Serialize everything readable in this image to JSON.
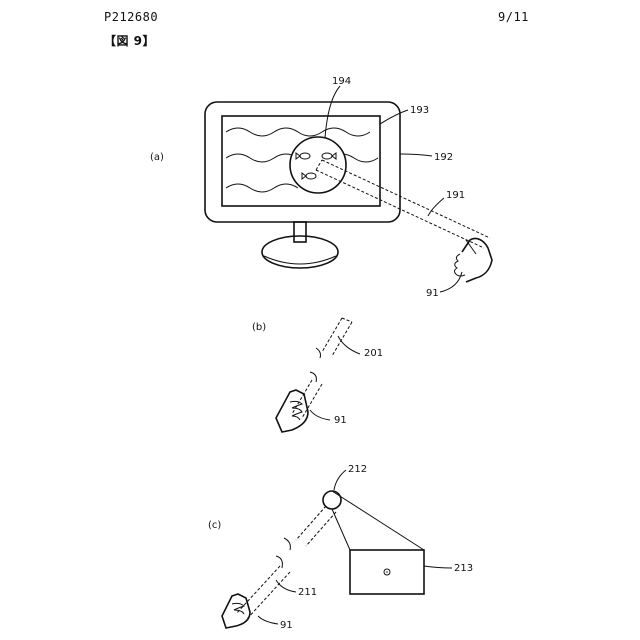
{
  "header": {
    "doc_id": "P212680",
    "page": "9/11",
    "figure": "【図 9】"
  },
  "panels": {
    "a": {
      "label": "(a)",
      "refs": {
        "r194": "194",
        "r193": "193",
        "r192": "192",
        "r191": "191",
        "r91": "91"
      }
    },
    "b": {
      "label": "(b)",
      "refs": {
        "r201": "201",
        "r91": "91"
      }
    },
    "c": {
      "label": "(c)",
      "refs": {
        "r212": "212",
        "r213": "213",
        "r211": "211",
        "r91": "91"
      }
    }
  }
}
